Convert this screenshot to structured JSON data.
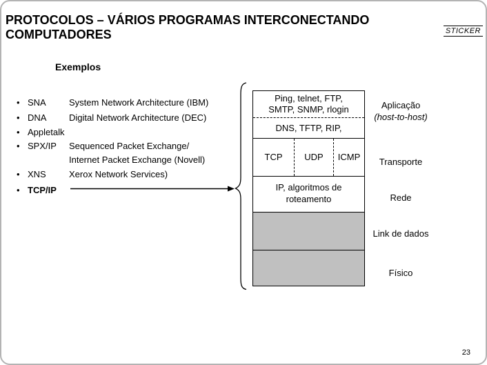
{
  "slide": {
    "title": "PROTOCOLOS – VÁRIOS PROGRAMAS INTERCONECTANDO COMPUTADORES",
    "sticker": "STICKER",
    "section_heading": "Exemplos",
    "page_number": "23"
  },
  "protocol_list": {
    "bullet_char": "•",
    "items": [
      {
        "term": "SNA",
        "definition": "System Network Architecture (IBM)"
      },
      {
        "term": "DNA",
        "definition": "Digital Network Architecture (DEC)"
      },
      {
        "term": "Appletalk",
        "definition": ""
      },
      {
        "term": "SPX/IP",
        "definition": "Sequenced Packet Exchange/",
        "definition_line2": "Internet Packet Exchange (Novell)"
      },
      {
        "term": "XNS",
        "definition": "Xerox Network Services)"
      },
      {
        "term": "TCP/IP",
        "definition": ""
      }
    ]
  },
  "stack": {
    "rows": {
      "app_line1": "Ping, telnet, FTP,",
      "app_line2": "SMTP, SNMP, rlogin",
      "app_line3": "DNS, TFTP, RIP,",
      "transport": [
        "TCP",
        "UDP",
        "ICMP"
      ],
      "network_line1": "IP, algoritmos de",
      "network_line2": "roteamento"
    },
    "labels": {
      "application": "Aplicação",
      "application_sub": "(host-to-host)",
      "transport": "Transporte",
      "network": "Rede",
      "data_link": "Link de dados",
      "physical": "Físico"
    }
  },
  "colors": {
    "gray_fill": "#c0c0c0",
    "slide_border": "#b3b3b3",
    "ink": "#000000"
  }
}
